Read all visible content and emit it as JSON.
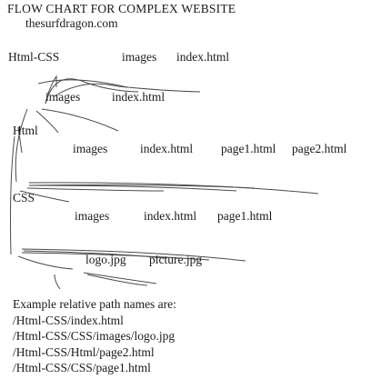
{
  "title": "FLOW CHART FOR COMPLEX WEBSITE",
  "nodes": {
    "root": "thesurfdragon.com",
    "html_css_1": "Html-CSS",
    "images_1": "images",
    "index_1": "index.html",
    "images_2": "images",
    "index_2": "index.html",
    "html_2": "Html",
    "images_3": "images",
    "index_3": "index.html",
    "page1_a": "page1.html",
    "page2_a": "page2.html",
    "css_1": "CSS",
    "images_4": "images",
    "index_4": "index.html",
    "page1_b": "page1.html",
    "logo": "logo.jpg",
    "picture": "picture.jpg"
  },
  "notes": {
    "heading": "Example relative path names are:",
    "paths": [
      "/Html-CSS/index.html",
      "/Html-CSS/CSS/images/logo.jpg",
      "/Html-CSS/Html/page2.html",
      "/Html-CSS/CSS/page1.html"
    ]
  }
}
